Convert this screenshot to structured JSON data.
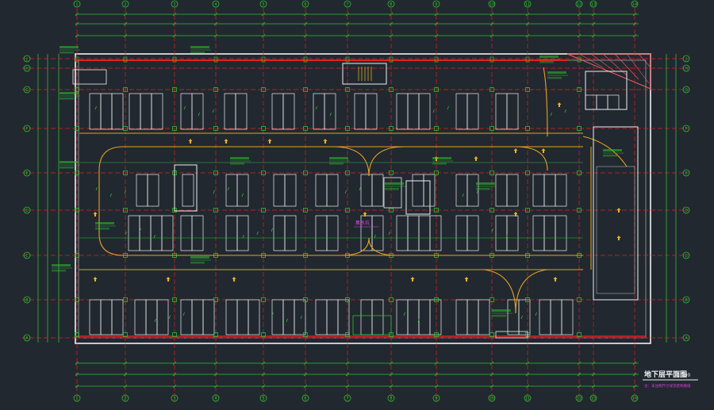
{
  "drawing": {
    "title": "地下层平面图",
    "scale": "1:100",
    "note": "注：未注明尺寸详见结构图纸",
    "centre_mark": "集水坑"
  },
  "axes": {
    "columns": [
      "1",
      "2",
      "3",
      "4",
      "5",
      "6",
      "7",
      "8",
      "9",
      "10",
      "11",
      "12",
      "13",
      "14"
    ],
    "rows": [
      "A",
      "B",
      "C",
      "D",
      "E",
      "F",
      "G",
      "H",
      "J"
    ]
  },
  "colors": {
    "background": "#212830",
    "wall": "#f0f0f0",
    "grid": "#e02020",
    "dimension": "#2ec02e",
    "route": "#e8a020",
    "arrow": "#f0b020",
    "hatch": "#f06060",
    "annotation": "#e040e0"
  }
}
